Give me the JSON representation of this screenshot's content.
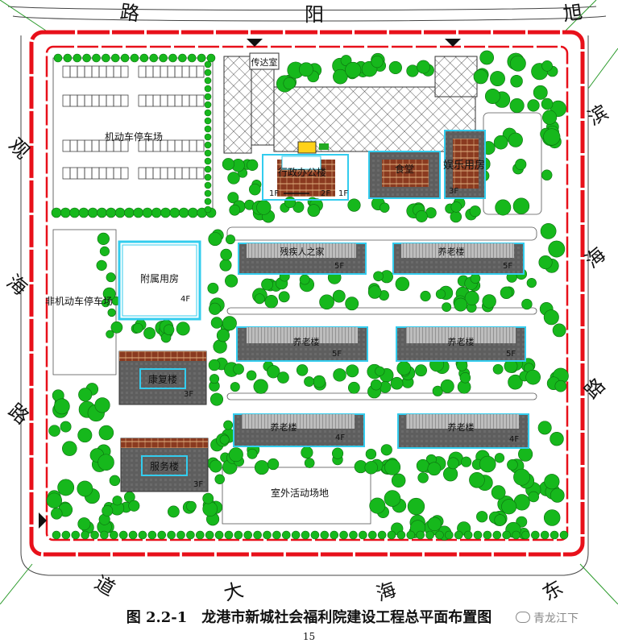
{
  "roads": {
    "top": "旭 阳 路",
    "right": "滨 海 路",
    "left": "观 海 路",
    "bottom": "东 海 大 道"
  },
  "labels": {
    "parking_car": "机动车停车场",
    "parking_bike": "非机动车停车场",
    "gate_house": "传达室",
    "office": "行政办公楼",
    "office_floor_a": "1F",
    "office_floor_b": "2F",
    "office_floor_c": "1F",
    "canteen": "食堂",
    "entertainment": "娱乐用房",
    "entertainment_floor": "3F",
    "annex": "附属用房",
    "annex_floor": "4F",
    "disabled_home": "残疾人之家",
    "disabled_floor": "5F",
    "elderly_1": "养老楼",
    "elderly_1_floor": "5F",
    "elderly_2": "养老楼",
    "elderly_2_floor": "5F",
    "elderly_3": "养老楼",
    "elderly_3_floor": "5F",
    "elderly_4": "养老楼",
    "elderly_4_floor": "4F",
    "elderly_5": "养老楼",
    "elderly_5_floor": "4F",
    "rehab": "康复楼",
    "rehab_floor": "3F",
    "service": "服务楼",
    "service_floor": "3F",
    "outdoor": "室外活动场地"
  },
  "caption": {
    "number": "图 2.2-1",
    "title": "龙港市新城社会福利院建设工程总平面布置图"
  },
  "watermark": "青龙江下",
  "page_number": "15",
  "colors": {
    "boundary": "#e8101a",
    "tree": "#16b81c",
    "building": "#5a5a5a",
    "cyan": "#33ccee",
    "roof": "#a0482a"
  }
}
